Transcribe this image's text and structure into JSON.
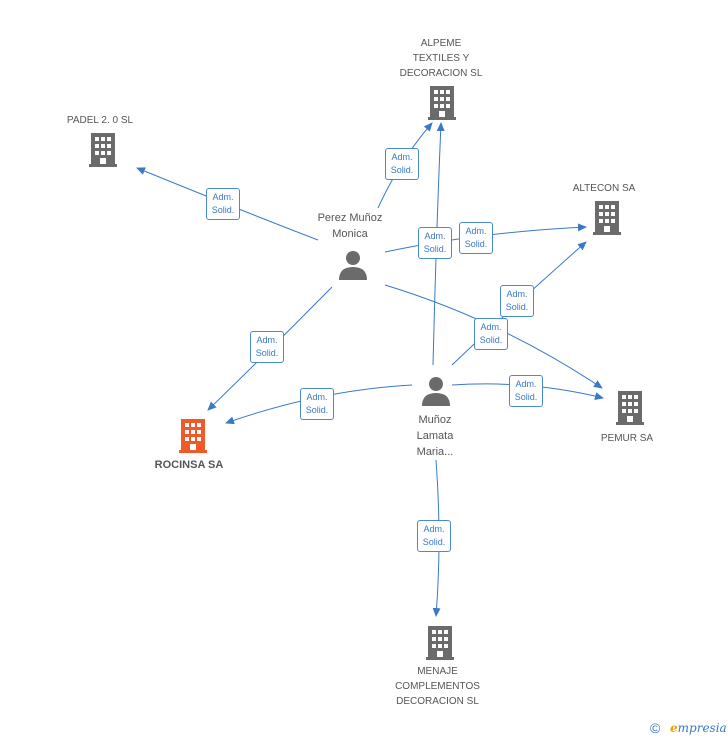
{
  "nodes": {
    "alpeme": {
      "label": "ALPEME\nTEXTILES Y\nDECORACION SL"
    },
    "padel": {
      "label": "PADEL 2. 0 SL"
    },
    "altecon": {
      "label": "ALTECON SA"
    },
    "perez": {
      "label": "Perez Muñoz\nMonica"
    },
    "rocinsa": {
      "label": "ROCINSA SA"
    },
    "munoz": {
      "label": "Muñoz\nLamata\nMaria..."
    },
    "pemur": {
      "label": "PEMUR SA"
    },
    "menaje": {
      "label": "MENAJE\nCOMPLEMENTOS\nDECORACION SL"
    }
  },
  "edge_label": {
    "line1": "Adm.",
    "line2": "Solid."
  },
  "footer": {
    "copyright": "©",
    "brand_first": "e",
    "brand_rest": "mpresia"
  },
  "colors": {
    "edge": "#3a78c8",
    "company": "#6b6b6b",
    "focus": "#f05a28",
    "person": "#6b6b6b"
  }
}
